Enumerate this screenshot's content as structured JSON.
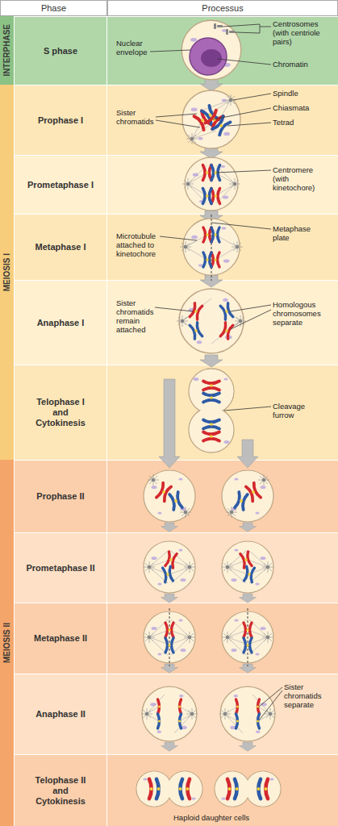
{
  "diagram": {
    "nodes": [
      {
        "text": [
          "Phase"
        ]
      },
      {
        "text": [
          "Processus"
        ]
      },
      {
        "text": [
          "INTERPHASE"
        ]
      },
      {
        "text": [
          "S phase"
        ],
        "in": 2
      },
      {
        "text": [
          "MEIOSIS I"
        ]
      },
      {
        "text": [
          "Prophase I"
        ],
        "in": 4
      },
      {
        "text": [
          "Prometaphase I"
        ],
        "in": 4
      },
      {
        "text": [
          "Metaphase I"
        ],
        "in": 4
      },
      {
        "text": [
          "Anaphase I"
        ],
        "in": 4
      },
      {
        "text": [
          "Telophase I and Cytokinesis"
        ],
        "in": 4
      },
      {
        "text": [
          "MEIOSIS II"
        ]
      },
      {
        "text": [
          "Prophase II"
        ],
        "in": 10
      },
      {
        "text": [
          "Prometaphase II"
        ],
        "in": 10
      },
      {
        "text": [
          "Metaphase II"
        ],
        "in": 10
      },
      {
        "text": [
          "Anaphase II"
        ],
        "in": 10
      },
      {
        "text": [
          "Telophase II and Cytokinesis"
        ],
        "in": 10
      }
    ],
    "labels": [
      "Centrosomes (with centriole pairs)",
      "Nuclear envelope",
      "Chromatin",
      "Sister chromatids",
      "Spindle",
      "Chiasmata",
      "Tetrad",
      "Centromere (with kinetochore)",
      "Microtubule attached to kinetochore",
      "Metaphase plate",
      "Sister chromatids remain attached",
      "Homologous chromosomes separate",
      "Cleavage furrow",
      "Sister chromatids separate",
      "Haploid daughter cells"
    ]
  }
}
